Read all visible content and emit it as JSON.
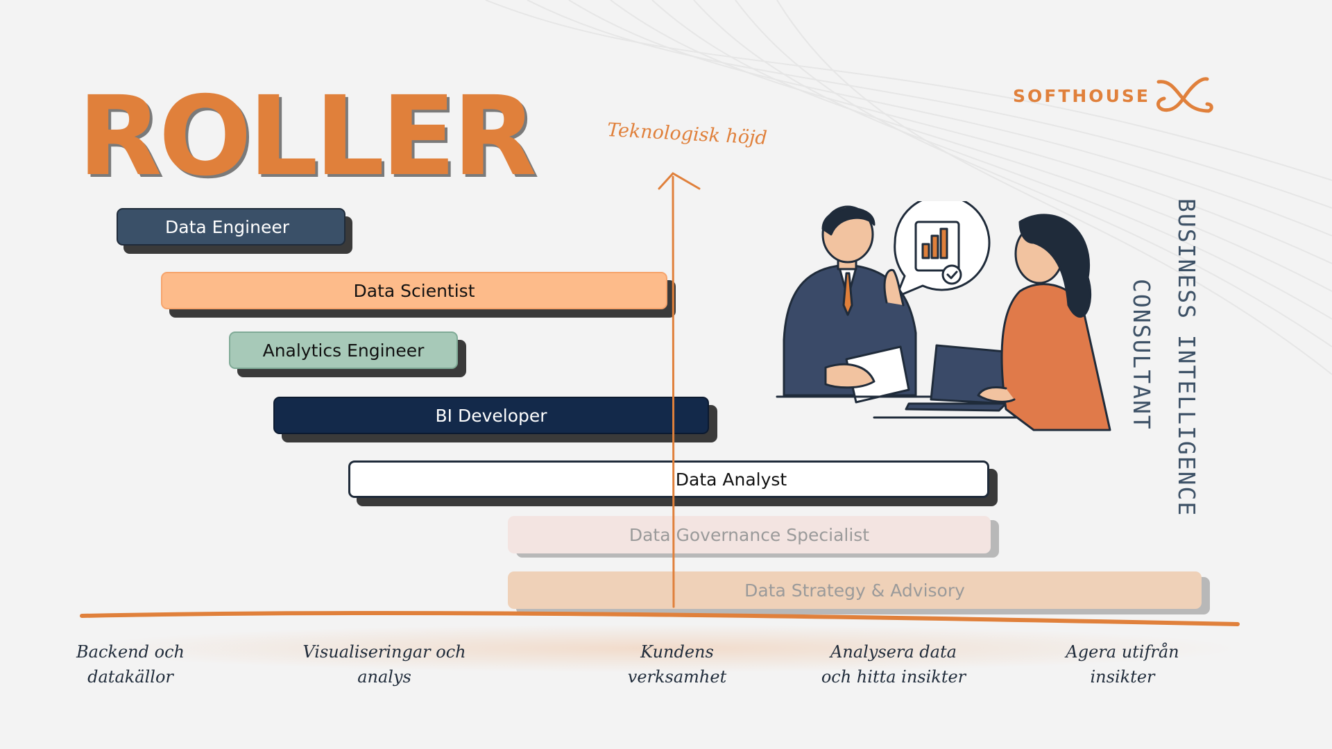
{
  "title": "ROLLER",
  "logo": {
    "text": "SOFTHOUSE"
  },
  "axis": {
    "vertical_label": "Teknologisk höjd"
  },
  "side_labels": {
    "business_intelligence": "BUSINESS INTELLIGENCE",
    "consultant": "CONSULTANT"
  },
  "roles": [
    {
      "name": "Data Engineer",
      "color": "#3a5068",
      "text_color": "#ffffff"
    },
    {
      "name": "Data Scientist",
      "color": "#fdbb8a",
      "text_color": "#111111"
    },
    {
      "name": "Analytics Engineer",
      "color": "#a7c9b8",
      "text_color": "#111111"
    },
    {
      "name": "BI Developer",
      "color": "#13294a",
      "text_color": "#ffffff"
    },
    {
      "name": "Data Analyst",
      "color": "#ffffff",
      "text_color": "#111111"
    },
    {
      "name": "Data Governance Specialist",
      "color": "#f3e4e1",
      "text_color": "#9a9a9a"
    },
    {
      "name": "Data Strategy & Advisory",
      "color": "#efd1b8",
      "text_color": "#9a9a9a"
    }
  ],
  "footer": [
    {
      "line1": "Backend och",
      "line2": "datakällor"
    },
    {
      "line1": "Visualiseringar och",
      "line2": "analys"
    },
    {
      "line1": "Kundens",
      "line2": "verksamhet"
    },
    {
      "line1": "Analysera data",
      "line2": "och hitta insikter"
    },
    {
      "line1": "Agera utifrån",
      "line2": "insikter"
    }
  ],
  "colors": {
    "accent": "#e0803b",
    "navy": "#1f2b3a",
    "background": "#f3f3f3"
  }
}
